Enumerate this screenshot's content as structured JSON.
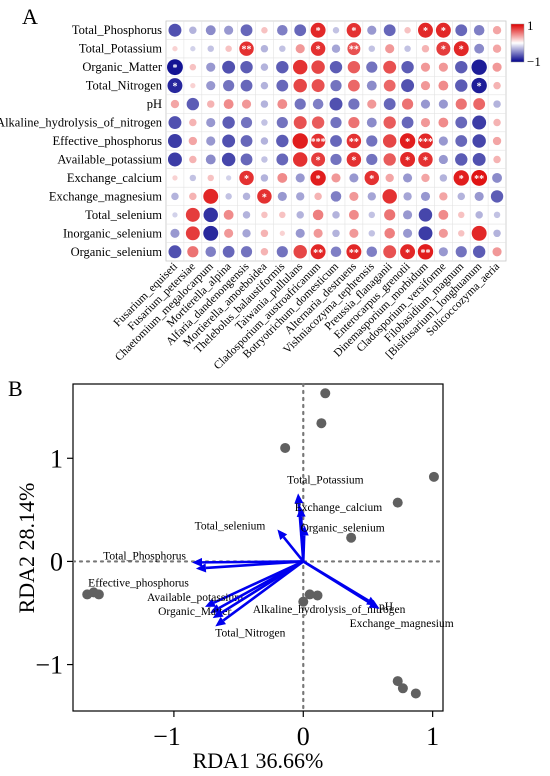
{
  "chart_data": [
    {
      "type": "heatmap",
      "panel_label": "A",
      "title": "",
      "rows": [
        "Total_Phosphorus",
        "Total_Potassium",
        "Organic_Matter",
        "Total_Nitrogen",
        "pH",
        "Alkaline_hydrolysis_of_nitrogen",
        "Effective_phosphorus",
        "Available_potassium",
        "Exchange_calcium",
        "Exchange_magnesium",
        "Total_selenium",
        "Inorganic_selenium",
        "Organic_selenium"
      ],
      "columns": [
        "Fusarium_equiseti",
        "Fusarium_petersiae",
        "Chaetomium_megalocarpum",
        "Mortierella_alpina",
        "Alfaria_dandenongensis",
        "Mortierella_amoeboidea",
        "Thelebolus_balaustiformis",
        "Taiwania_pullulans",
        "Cladosporium_austroafricanum",
        "Botryotrichum_domesticum",
        "Alternaria_destruens",
        "Vishniacozyma_tephrensis",
        "Preussia_flanaganii",
        "Enterocarpus_grenotii",
        "Dinemasporium_morbidum",
        "Cladosporium_versiforme",
        "Filobasidium_magnum",
        "[Bisifusarium]_longhuanum",
        "Solicoccozyma_aeria"
      ],
      "values": [
        [
          -0.6,
          -0.2,
          -0.35,
          -0.3,
          -0.5,
          0.15,
          -0.4,
          -0.5,
          0.8,
          -0.15,
          0.75,
          -0.3,
          -0.5,
          0.15,
          0.8,
          0.8,
          -0.5,
          -0.4,
          0.25
        ],
        [
          0.1,
          -0.1,
          -0.15,
          0.15,
          0.75,
          -0.2,
          -0.15,
          0.3,
          0.75,
          -0.25,
          0.6,
          -0.15,
          0.3,
          -0.15,
          0.2,
          0.7,
          0.8,
          -0.35,
          0.25
        ],
        [
          -0.9,
          0.15,
          -0.3,
          -0.6,
          -0.55,
          -0.2,
          -0.55,
          0.75,
          0.65,
          -0.55,
          0.55,
          -0.45,
          0.6,
          -0.55,
          0.3,
          0.3,
          -0.55,
          -0.85,
          0.3
        ],
        [
          -0.8,
          0.1,
          -0.3,
          -0.45,
          -0.5,
          -0.2,
          -0.5,
          0.65,
          0.6,
          -0.45,
          0.5,
          -0.35,
          0.5,
          -0.6,
          0.3,
          0.35,
          -0.55,
          -0.85,
          0.2
        ],
        [
          0.25,
          -0.55,
          0.2,
          0.35,
          0.3,
          -0.2,
          0.35,
          -0.45,
          -0.4,
          -0.6,
          -0.45,
          0.3,
          -0.5,
          0.45,
          -0.3,
          -0.3,
          0.45,
          0.5,
          -0.2
        ],
        [
          -0.6,
          0.2,
          -0.3,
          -0.55,
          -0.45,
          -0.15,
          -0.45,
          0.6,
          0.55,
          -0.45,
          0.45,
          -0.35,
          0.55,
          -0.5,
          0.3,
          0.35,
          -0.5,
          -0.7,
          0.2
        ],
        [
          -0.7,
          0.25,
          -0.3,
          -0.6,
          -0.5,
          -0.2,
          -0.55,
          0.85,
          0.75,
          -0.5,
          0.75,
          -0.45,
          0.65,
          0.85,
          0.8,
          -0.3,
          -0.5,
          -0.65,
          0.25
        ],
        [
          -0.7,
          0.2,
          -0.35,
          -0.65,
          -0.5,
          -0.15,
          -0.5,
          0.75,
          0.7,
          -0.45,
          0.75,
          -0.45,
          0.55,
          0.8,
          0.75,
          -0.3,
          -0.55,
          -0.6,
          0.2
        ],
        [
          0.1,
          -0.15,
          0.15,
          -0.1,
          0.75,
          -0.2,
          0.35,
          -0.3,
          0.85,
          0.3,
          -0.3,
          0.75,
          0.25,
          -0.3,
          0.25,
          -0.2,
          0.85,
          0.9,
          -0.35
        ],
        [
          -0.2,
          0.2,
          0.8,
          -0.15,
          -0.2,
          0.75,
          -0.3,
          -0.25,
          0.2,
          -0.4,
          0.3,
          -0.25,
          0.75,
          -0.25,
          -0.3,
          0.25,
          -0.2,
          -0.3,
          -0.55
        ],
        [
          -0.1,
          0.7,
          -0.75,
          0.35,
          -0.2,
          0.15,
          0.15,
          -0.2,
          0.4,
          -0.2,
          0.35,
          -0.15,
          0.45,
          -0.3,
          -0.65,
          0.35,
          0.15,
          -0.2,
          -0.15
        ],
        [
          -0.3,
          0.7,
          -0.8,
          0.3,
          -0.25,
          0.2,
          0.1,
          -0.3,
          0.3,
          -0.2,
          0.3,
          -0.15,
          0.4,
          -0.3,
          -0.7,
          0.3,
          0.15,
          0.8,
          -0.2
        ],
        [
          -0.6,
          0.45,
          -0.4,
          -0.5,
          -0.45,
          0.2,
          -0.45,
          0.65,
          0.8,
          -0.4,
          0.8,
          -0.4,
          0.6,
          0.8,
          0.85,
          -0.3,
          -0.45,
          -0.55,
          0.3
        ]
      ],
      "significance": [
        [
          "",
          "",
          "",
          "",
          "",
          "",
          "",
          "",
          "*",
          "",
          "*",
          "",
          "",
          "",
          "*",
          "*",
          "",
          "",
          ""
        ],
        [
          "",
          "",
          "",
          "",
          "**",
          "",
          "",
          "",
          "*",
          "",
          "**",
          "",
          "",
          "",
          "",
          "*",
          "*",
          "",
          ""
        ],
        [
          "*",
          "",
          "",
          "",
          "",
          "",
          "",
          "",
          "",
          "",
          "",
          "",
          "",
          "",
          "",
          "",
          "",
          "",
          ""
        ],
        [
          "*",
          "",
          "",
          "",
          "",
          "",
          "",
          "",
          "",
          "",
          "",
          "",
          "",
          "",
          "",
          "",
          "",
          "*",
          ""
        ],
        [
          "",
          "",
          "",
          "",
          "",
          "",
          "",
          "",
          "",
          "",
          "",
          "",
          "",
          "",
          "",
          "",
          "",
          "",
          ""
        ],
        [
          "",
          "",
          "",
          "",
          "",
          "",
          "",
          "",
          "",
          "",
          "",
          "",
          "",
          "",
          "",
          "",
          "",
          "",
          ""
        ],
        [
          "",
          "",
          "",
          "",
          "",
          "",
          "",
          "",
          "***",
          "",
          "**",
          "",
          "",
          "*",
          "***",
          "",
          "",
          "",
          ""
        ],
        [
          "",
          "",
          "",
          "",
          "",
          "",
          "",
          "",
          "*",
          "",
          "*",
          "",
          "",
          "*",
          "*",
          "",
          "",
          "",
          ""
        ],
        [
          "",
          "",
          "",
          "",
          "*",
          "",
          "",
          "",
          "*",
          "",
          "",
          "*",
          "",
          "",
          "",
          "",
          "*",
          "**",
          ""
        ],
        [
          "",
          "",
          "",
          "",
          "",
          "*",
          "",
          "",
          "",
          "",
          "",
          "",
          "",
          "",
          "",
          "",
          "",
          "",
          ""
        ],
        [
          "",
          "",
          "",
          "",
          "",
          "",
          "",
          "",
          "",
          "",
          "",
          "",
          "",
          "",
          "",
          "",
          "",
          "",
          ""
        ],
        [
          "",
          "",
          "",
          "",
          "",
          "",
          "",
          "",
          "",
          "",
          "",
          "",
          "",
          "",
          "",
          "",
          "",
          "",
          ""
        ],
        [
          "",
          "",
          "",
          "",
          "",
          "",
          "",
          "",
          "**",
          "",
          "**",
          "",
          "",
          "*",
          "**",
          "",
          "",
          "",
          ""
        ]
      ],
      "colorbar": {
        "max_label": "1",
        "min_label": "−1",
        "range": [
          -1,
          1
        ]
      },
      "colors": {
        "positive": "#dd0000",
        "neutral": "#ffffff",
        "negative": "#00008b"
      }
    },
    {
      "type": "scatter",
      "panel_label": "B",
      "title": "",
      "xlabel": "RDA1 36.66%",
      "ylabel": "RDA2 28.14%",
      "xlim": [
        -1.78,
        1.08
      ],
      "ylim": [
        -1.45,
        1.72
      ],
      "xticks": [
        -1,
        0,
        1
      ],
      "yticks": [
        -1,
        0,
        1
      ],
      "points": [
        {
          "x": 0.17,
          "y": 1.63
        },
        {
          "x": 0.14,
          "y": 1.34
        },
        {
          "x": -0.14,
          "y": 1.1
        },
        {
          "x": 1.01,
          "y": 0.82
        },
        {
          "x": 0.73,
          "y": 0.57
        },
        {
          "x": 0.37,
          "y": 0.23
        },
        {
          "x": -1.62,
          "y": -0.3
        },
        {
          "x": -1.58,
          "y": -0.32
        },
        {
          "x": -1.67,
          "y": -0.32
        },
        {
          "x": 0.05,
          "y": -0.32
        },
        {
          "x": 0.11,
          "y": -0.33
        },
        {
          "x": 0.0,
          "y": -0.39
        },
        {
          "x": 0.73,
          "y": -1.16
        },
        {
          "x": 0.77,
          "y": -1.23
        },
        {
          "x": 0.87,
          "y": -1.28
        }
      ],
      "arrows": [
        {
          "label": "Total_Potassium",
          "x": -0.04,
          "y": 0.66
        },
        {
          "label": "Exchange_calcium",
          "x": -0.02,
          "y": 0.53
        },
        {
          "label": "Organic_selenium",
          "x": 0.01,
          "y": 0.35
        },
        {
          "label": "Total_selenium",
          "x": -0.2,
          "y": 0.31
        },
        {
          "label": "Total_Phosphorus",
          "x": -0.86,
          "y": -0.01
        },
        {
          "label": "Effective_phosphorus",
          "x": -0.83,
          "y": -0.07
        },
        {
          "label": "Available_potassium",
          "x": -0.76,
          "y": -0.44
        },
        {
          "label": "Organic_Matter",
          "x": -0.72,
          "y": -0.5
        },
        {
          "label": "Alkaline_hydrolysis_of_nitrogen",
          "x": -0.7,
          "y": -0.55
        },
        {
          "label": "Total_Nitrogen",
          "x": -0.68,
          "y": -0.63
        },
        {
          "label": "pH",
          "x": 0.57,
          "y": -0.43
        },
        {
          "label": "Exchange_magnesium",
          "x": 0.59,
          "y": -0.46
        }
      ],
      "colors": {
        "arrow": "#0000ee",
        "point": "#606060",
        "reference_line": "#777777"
      }
    }
  ]
}
